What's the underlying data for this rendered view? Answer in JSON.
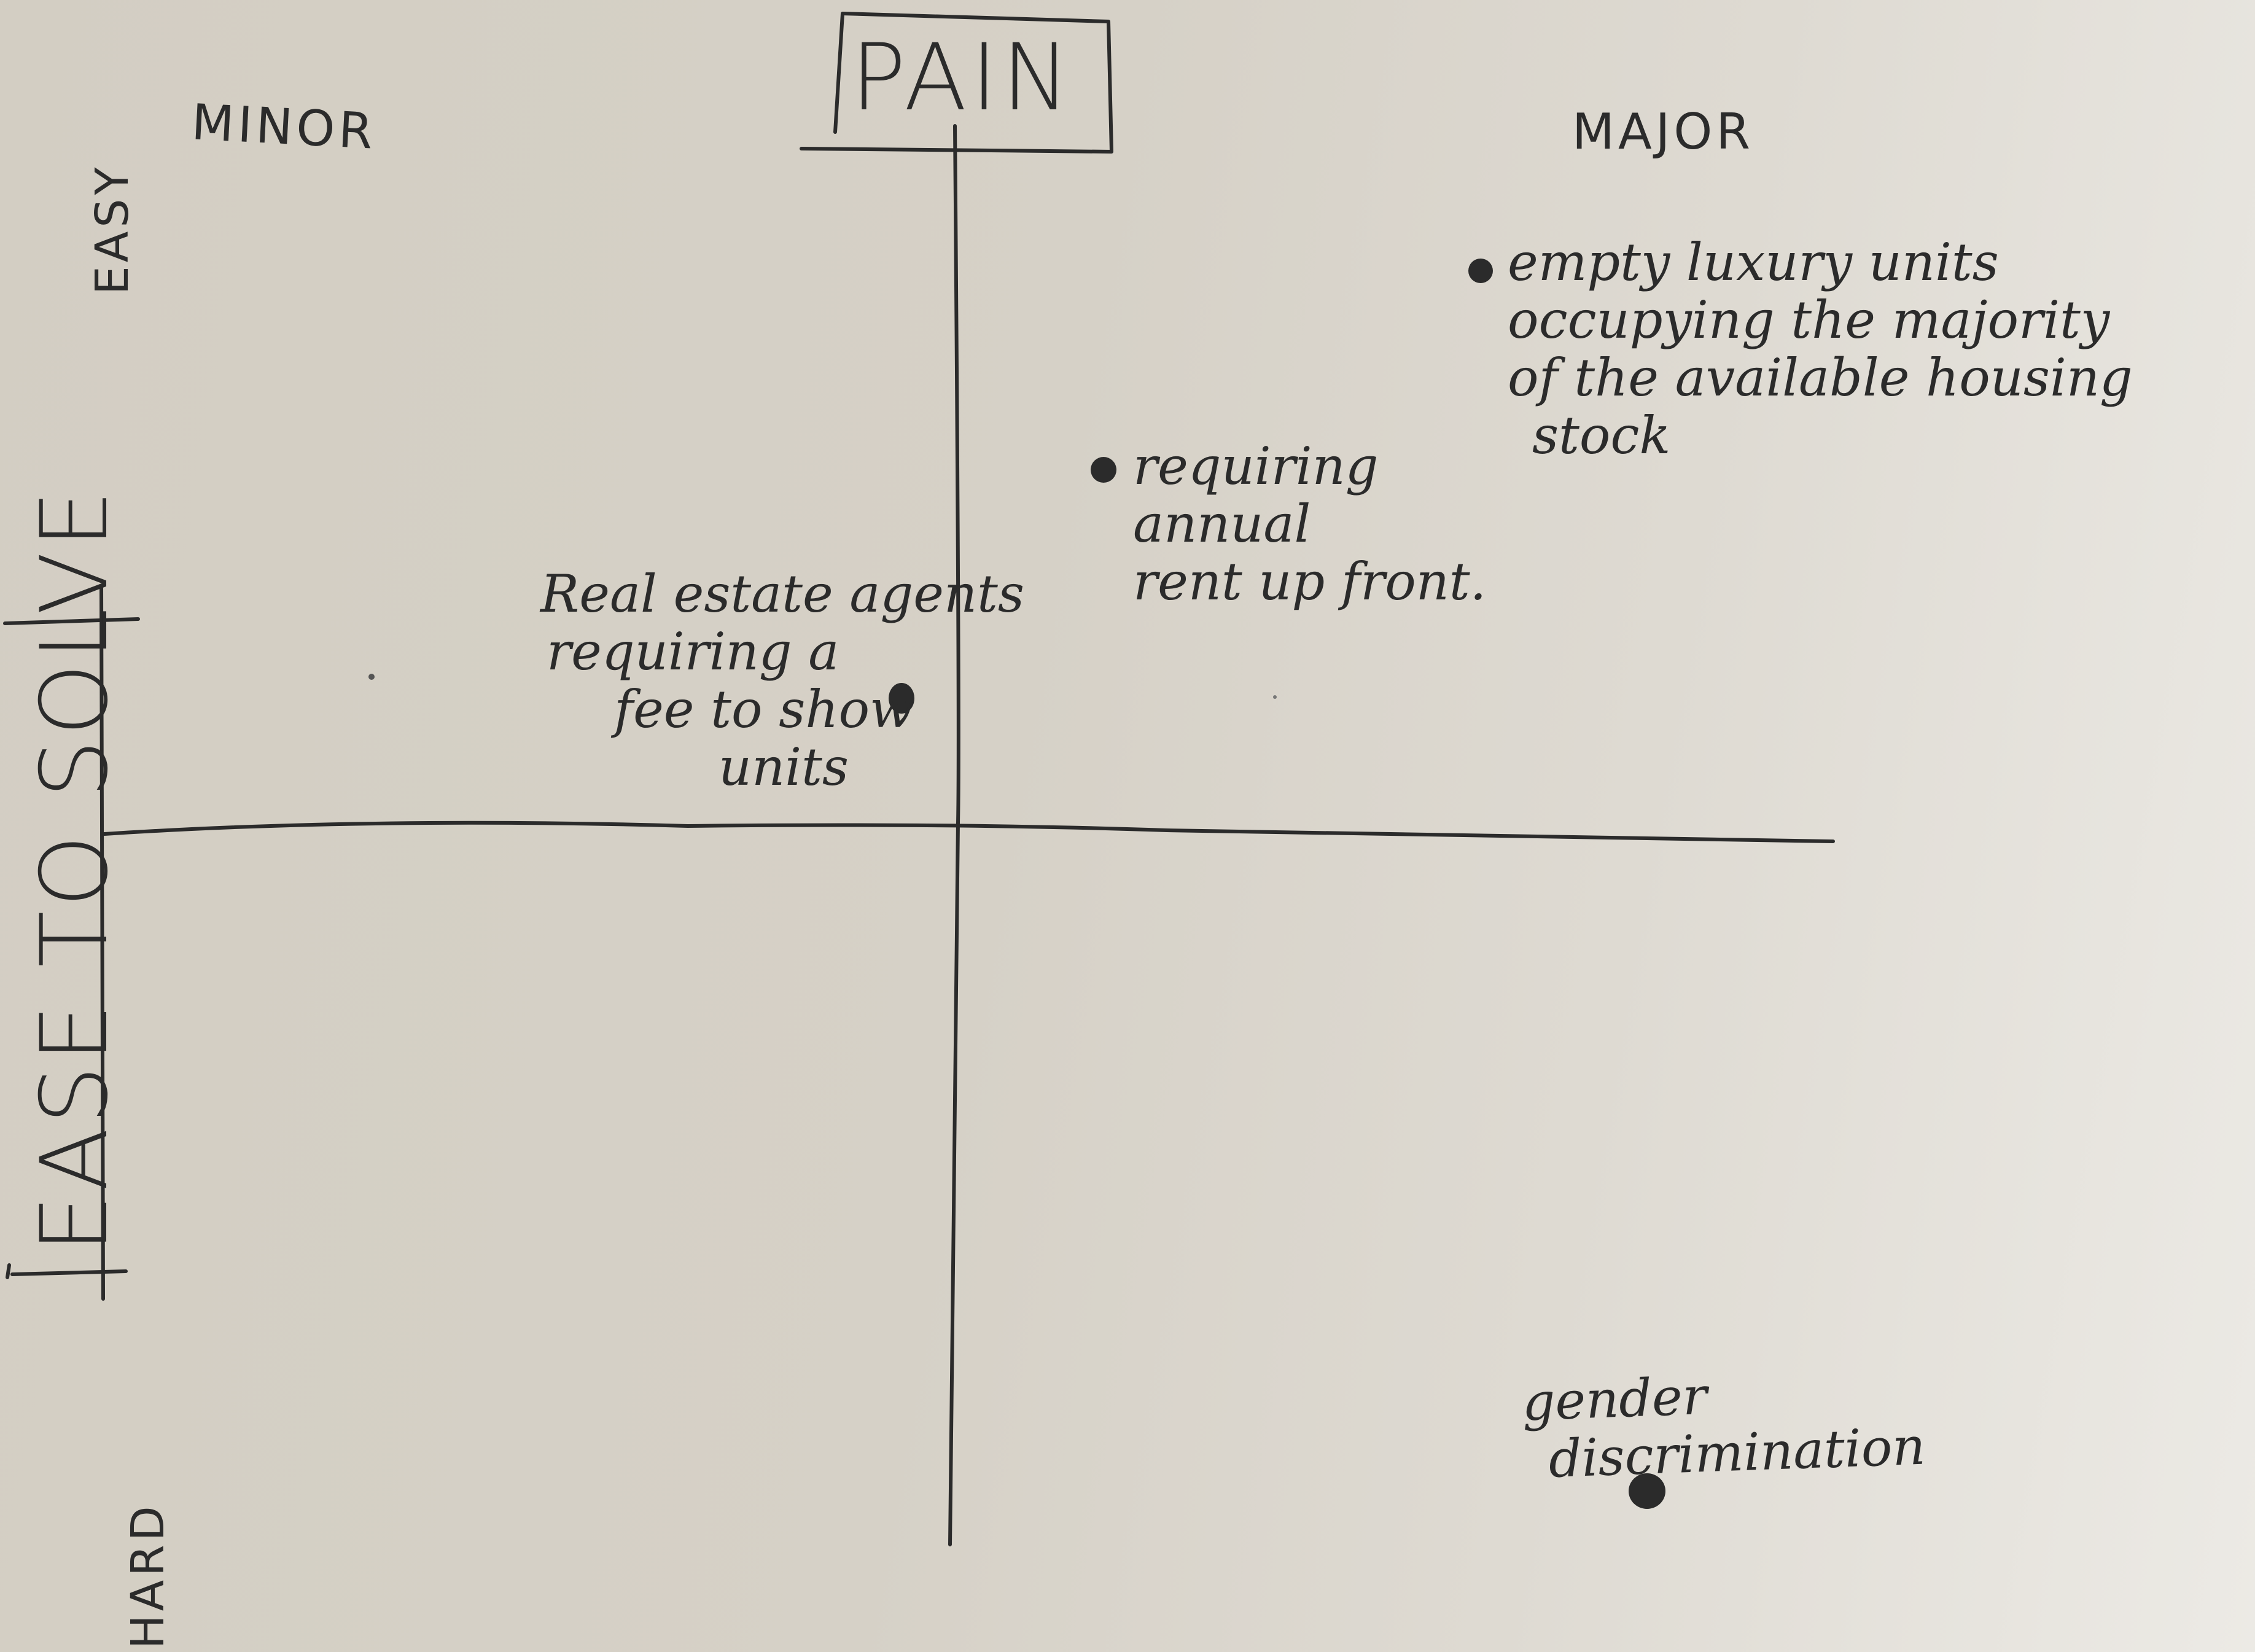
{
  "diagram": {
    "x_axis_title": "PAIN",
    "x_axis_min_label": "MINOR",
    "x_axis_max_label": "MAJOR",
    "y_axis_title": "EASE TO SOLVE",
    "y_axis_top_label": "EASY",
    "y_axis_bottom_label": "HARD"
  },
  "notes": [
    {
      "id": "agents",
      "lines": [
        "Real estate agents",
        "requiring a",
        "fee to show",
        "units"
      ]
    },
    {
      "id": "rent",
      "lines": [
        "requiring",
        "annual",
        "rent up front."
      ]
    },
    {
      "id": "luxury",
      "lines": [
        "empty luxury units",
        "occupying the majority",
        "of the available housing",
        "stock"
      ]
    },
    {
      "id": "gender",
      "lines": [
        "gender",
        "discrimination"
      ]
    }
  ],
  "colors": {
    "ink": "#2b2b2b",
    "paper": "#d6d1c7"
  }
}
